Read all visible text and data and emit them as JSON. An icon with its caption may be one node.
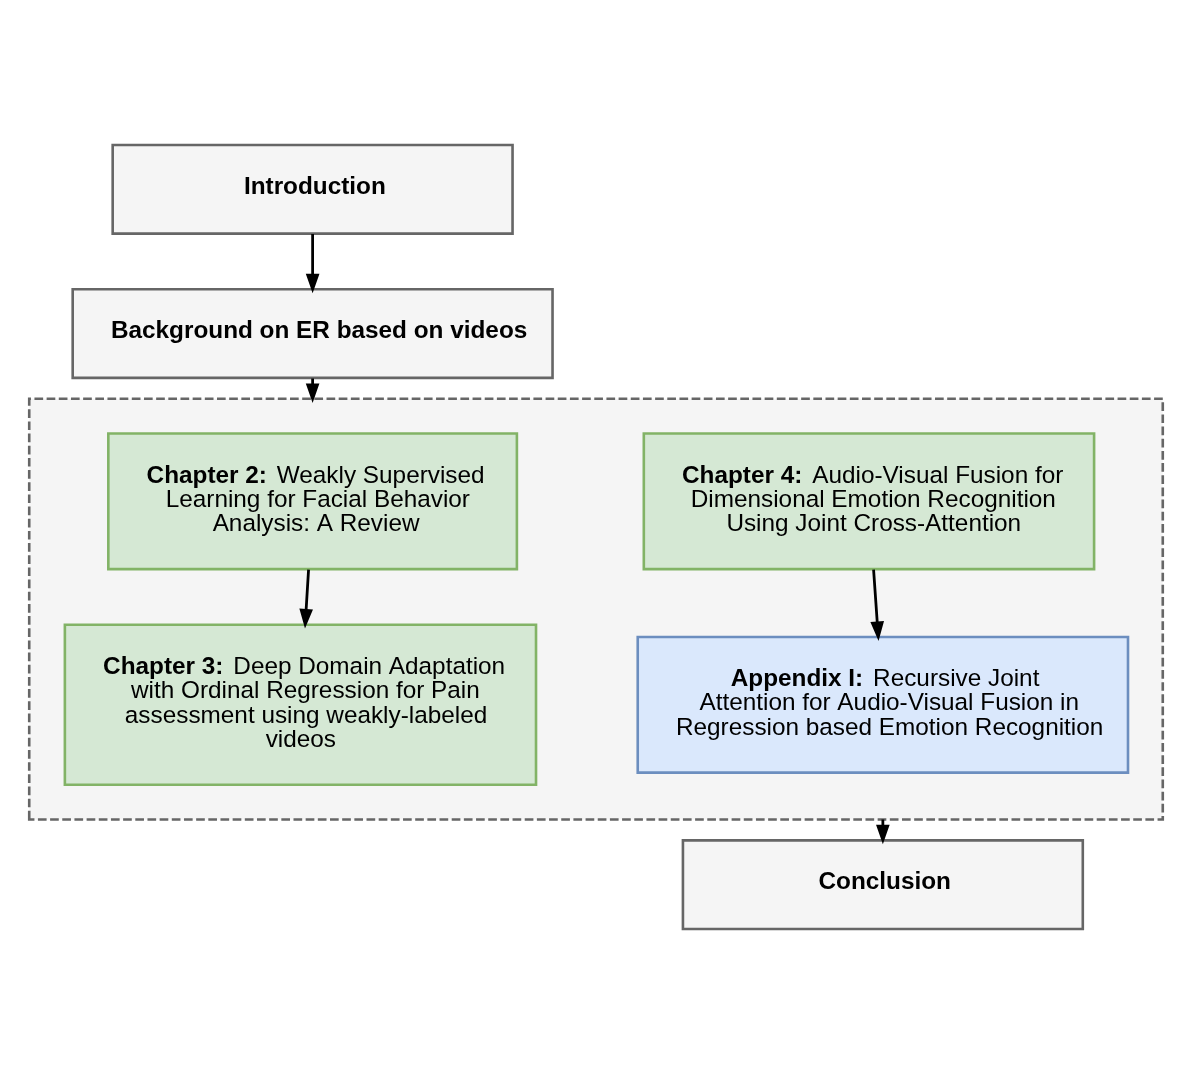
{
  "diagram": {
    "nodes": [
      {
        "text": [
          "Introduction"
        ]
      },
      {
        "text": [
          "Background on ER based on videos"
        ]
      },
      {
        "text": [],
        "shape": "box"
      },
      {
        "text": [
          "**Chapter 2:** Weakly Supervised Learning for Facial Behavior Analysis: A Review"
        ],
        "in": 2
      },
      {
        "text": [
          "**Chapter 3:** Deep Domain Adaptation with Ordinal Regression for Pain assessment using weakly-labeled videos"
        ],
        "in": 2
      },
      {
        "text": [
          "**Chapter 4:** Audio-Visual Fusion for Dimensional Emotion Recognition Using Joint Cross-Attention"
        ],
        "in": 2
      },
      {
        "text": [
          "**Appendix I:** Recursive Joint Attention for Audio-Visual Fusion in Regression based Emotion Recognition"
        ],
        "in": 2
      },
      {
        "text": [
          "Conclusion"
        ]
      }
    ],
    "edges": [
      {
        "from": 0,
        "to": 1,
        "arrow": "to"
      },
      {
        "from": 1,
        "to": 2,
        "arrow": "to"
      },
      {
        "from": 3,
        "to": 4,
        "arrow": "to"
      },
      {
        "from": 5,
        "to": 6,
        "arrow": "to"
      },
      {
        "from": 2,
        "to": 7,
        "arrow": "to"
      }
    ]
  }
}
